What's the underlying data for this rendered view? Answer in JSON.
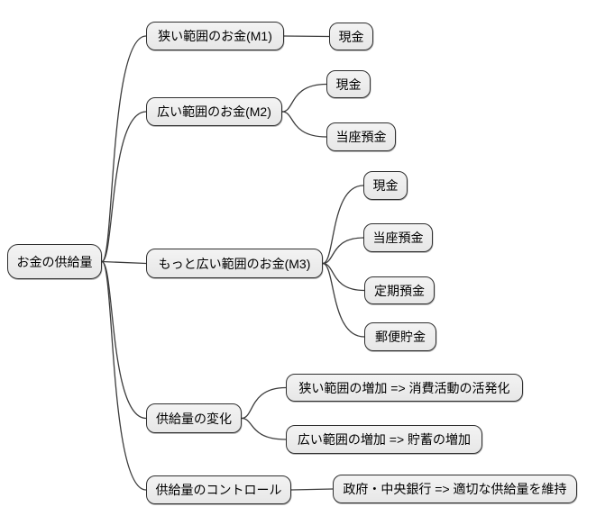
{
  "mindmap": {
    "root": {
      "id": "root",
      "label": "お金の供給量"
    },
    "branches": [
      {
        "id": "m1",
        "label": "狭い範囲のお金(M1)",
        "children": [
          {
            "id": "m1-cash",
            "label": "現金"
          }
        ]
      },
      {
        "id": "m2",
        "label": "広い範囲のお金(M2)",
        "children": [
          {
            "id": "m2-cash",
            "label": "現金"
          },
          {
            "id": "m2-checking",
            "label": "当座預金"
          }
        ]
      },
      {
        "id": "m3",
        "label": "もっと広い範囲のお金(M3)",
        "children": [
          {
            "id": "m3-cash",
            "label": "現金"
          },
          {
            "id": "m3-checking",
            "label": "当座預金"
          },
          {
            "id": "m3-time-deposit",
            "label": "定期預金"
          },
          {
            "id": "m3-postal-savings",
            "label": "郵便貯金"
          }
        ]
      },
      {
        "id": "supply-change",
        "label": "供給量の変化",
        "children": [
          {
            "id": "narrow-increase",
            "label": "狭い範囲の増加 => 消費活動の活発化"
          },
          {
            "id": "wide-increase",
            "label": "広い範囲の増加 => 貯蓄の増加"
          }
        ]
      },
      {
        "id": "supply-control",
        "label": "供給量のコントロール",
        "children": [
          {
            "id": "gov-central-bank",
            "label": "政府・中央銀行 => 適切な供給量を維持"
          }
        ]
      }
    ],
    "colors": {
      "background": "#ffffff",
      "node_fill": "#ededed",
      "node_border": "#2f2f2f",
      "edge": "#3c3c3c",
      "text": "#000000"
    }
  }
}
